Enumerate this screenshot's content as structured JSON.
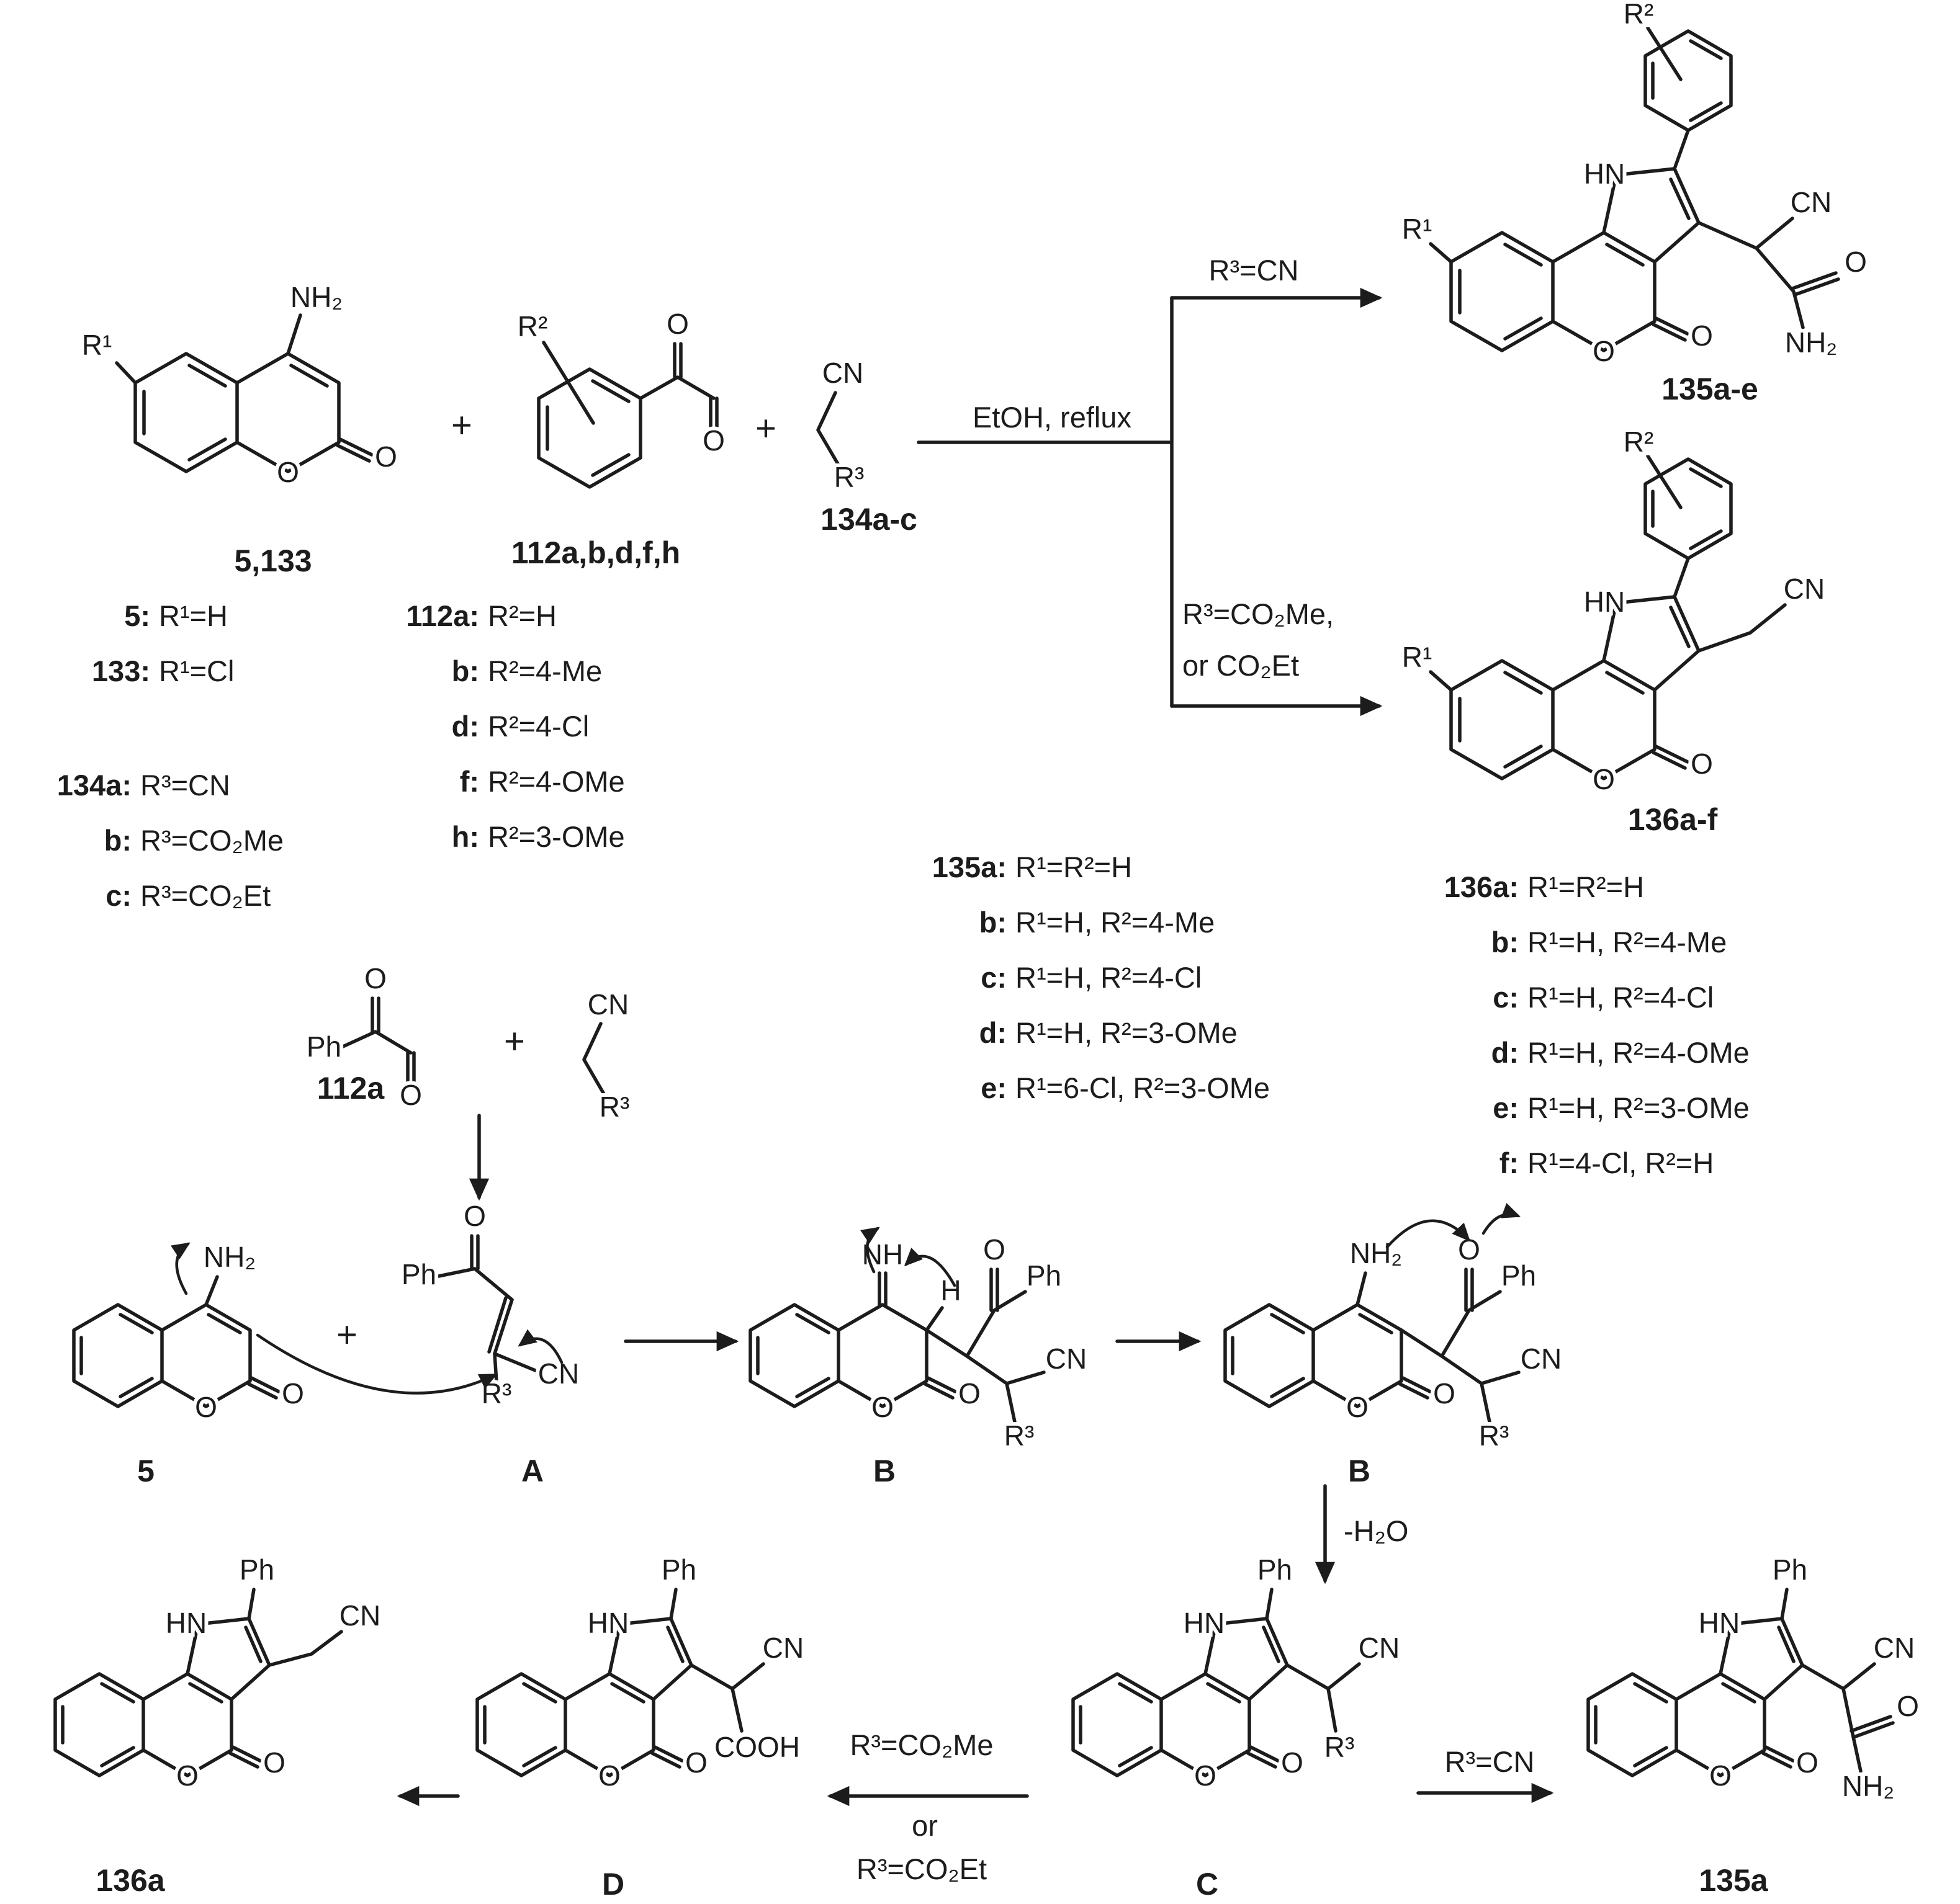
{
  "atoms": {
    "nh2": "NH₂",
    "nh": "NH",
    "hn": "HN",
    "o": "O",
    "cn": "CN",
    "ph": "Ph",
    "h": "H",
    "r1": "R¹",
    "r2": "R²",
    "r3": "R³",
    "cooh": "COOH"
  },
  "ops": {
    "plus": "+"
  },
  "conditions": {
    "main": "EtOH, reflux",
    "top_branch": "R³=CN",
    "bottom_branch_1": "R³=CO₂Me,",
    "bottom_branch_2": "or CO₂Et",
    "dehydration": "-H₂O",
    "c_to_d_1": "R³=CO₂Me",
    "c_to_d_2": "or",
    "c_to_d_3": "R³=CO₂Et",
    "c_to_135a": "R³=CN"
  },
  "labels": {
    "reactant_coumarins": "5,133",
    "reactant_glyoxals": "112a,b,d,f,h",
    "reactant_nitriles": "134a-c",
    "product_135": "135a-e",
    "product_136": "136a-f",
    "glyoxal_112a": "112a",
    "coumarin_5": "5",
    "intermediate_A": "A",
    "intermediate_B1": "B",
    "intermediate_B2": "B",
    "intermediate_C": "C",
    "intermediate_D": "D",
    "product_136a": "136a",
    "product_135a": "135a"
  },
  "legends": {
    "c5_133": [
      {
        "id": "5:",
        "t": "R¹=H"
      },
      {
        "id": "133:",
        "t": "R¹=Cl"
      }
    ],
    "c134": [
      {
        "id": "134a:",
        "t": "R³=CN"
      },
      {
        "id": "b:",
        "t": "R³=CO₂Me"
      },
      {
        "id": "c:",
        "t": "R³=CO₂Et"
      }
    ],
    "c112": [
      {
        "id": "112a:",
        "t": "R²=H"
      },
      {
        "id": "b:",
        "t": "R²=4-Me"
      },
      {
        "id": "d:",
        "t": "R²=4-Cl"
      },
      {
        "id": "f:",
        "t": "R²=4-OMe"
      },
      {
        "id": "h:",
        "t": "R²=3-OMe"
      }
    ],
    "c135": [
      {
        "id": "135a:",
        "t": "R¹=R²=H"
      },
      {
        "id": "b:",
        "t": "R¹=H, R²=4-Me"
      },
      {
        "id": "c:",
        "t": "R¹=H, R²=4-Cl"
      },
      {
        "id": "d:",
        "t": "R¹=H, R²=3-OMe"
      },
      {
        "id": "e:",
        "t": "R¹=6-Cl, R²=3-OMe"
      }
    ],
    "c136": [
      {
        "id": "136a:",
        "t": "R¹=R²=H"
      },
      {
        "id": "b:",
        "t": "R¹=H, R²=4-Me"
      },
      {
        "id": "c:",
        "t": "R¹=H, R²=4-Cl"
      },
      {
        "id": "d:",
        "t": "R¹=H, R²=4-OMe"
      },
      {
        "id": "e:",
        "t": "R¹=H, R²=3-OMe"
      },
      {
        "id": "f:",
        "t": "R¹=4-Cl, R²=H"
      }
    ]
  }
}
